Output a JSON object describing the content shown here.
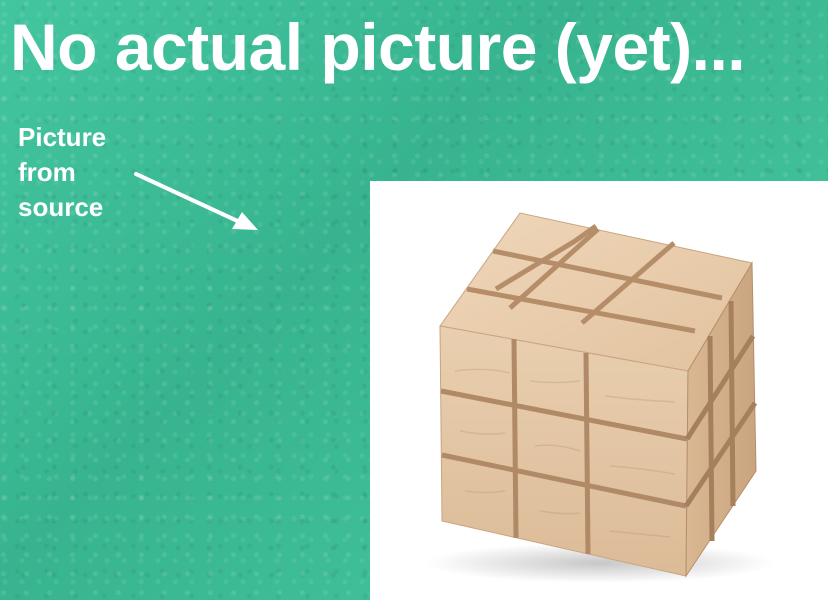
{
  "slide": {
    "title": "No actual picture (yet)...",
    "caption_lines": [
      "Picture",
      "from",
      "source"
    ]
  },
  "colors": {
    "background": "#3fbf9a",
    "text": "#ffffff",
    "photo_background": "#ffffff",
    "wood_light": "#ecd2b4",
    "wood_mid": "#dcb994",
    "wood_dark": "#c8a07c"
  },
  "photo": {
    "subject_icon": "wooden-cube-puzzle-icon"
  }
}
